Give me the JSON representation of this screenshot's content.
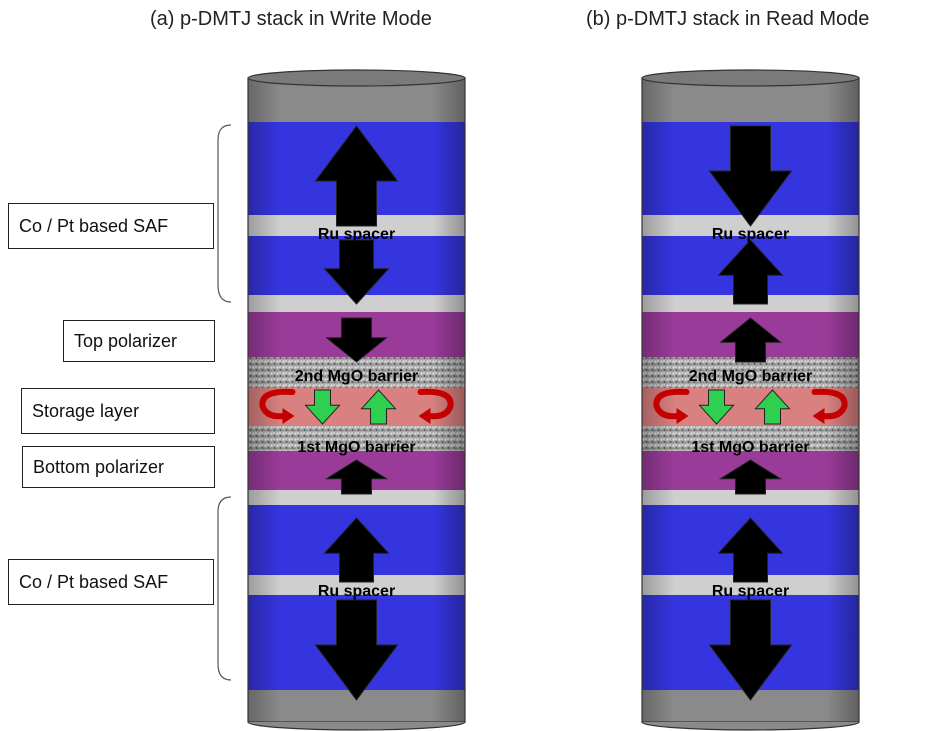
{
  "titles": {
    "left": "(a) p-DMTJ stack in Write Mode",
    "right": "(b) p-DMTJ stack in Read Mode"
  },
  "side_labels": {
    "saf_top": "Co / Pt based SAF",
    "top_polarizer": "Top polarizer",
    "storage_layer": "Storage layer",
    "bottom_polarizer": "Bottom polarizer",
    "saf_bottom": "Co / Pt based SAF"
  },
  "layer_labels": {
    "ru_spacer": "Ru spacer",
    "barrier_2nd": "2nd MgO barrier",
    "barrier_1st": "1st MgO barrier"
  },
  "colors": {
    "cap_gray": "#8a8a8a",
    "magnetic_blue": "#3535e0",
    "spacer_gray": "#cfcfcf",
    "polarizer_purple": "#9a3b9a",
    "barrier_gray": "#9c9c9c",
    "storage_red": "#d98080",
    "arrow_black": "#000000",
    "arrow_green": "#2fcf4f",
    "curl_red": "#c40000"
  }
}
